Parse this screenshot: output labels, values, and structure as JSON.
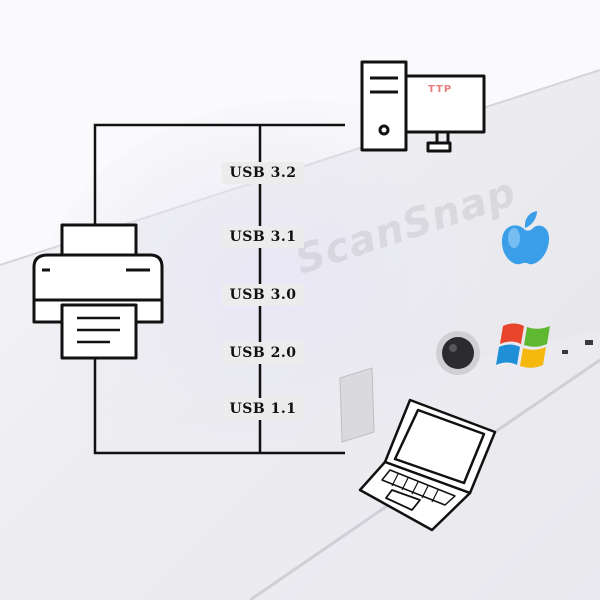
{
  "background": {
    "watermark": "ScanSnap"
  },
  "devices": {
    "printer": {
      "icon": "printer-icon"
    },
    "desktop": {
      "icon": "desktop-computer-icon",
      "screen_text": "TTP"
    },
    "laptop": {
      "icon": "laptop-icon"
    },
    "apple_logo": {
      "icon": "apple-logo-icon",
      "color": "#3a9ee8"
    },
    "windows_logo": {
      "icon": "windows-logo-icon"
    }
  },
  "usb_versions": [
    "USB 3.2",
    "USB 3.1",
    "USB 3.0",
    "USB 2.0",
    "USB 1.1"
  ],
  "colors": {
    "line": "#111111",
    "label_bg": "#ececec",
    "apple": "#3a9ee8",
    "win_red": "#e8452c",
    "win_green": "#5fb832",
    "win_blue": "#1f8fd8",
    "win_yellow": "#f5b80c"
  }
}
